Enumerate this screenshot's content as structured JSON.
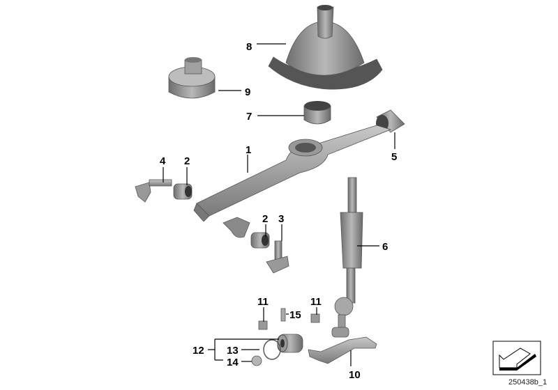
{
  "diagram": {
    "callouts": [
      "1",
      "2",
      "2",
      "3",
      "4",
      "5",
      "6",
      "7",
      "8",
      "9",
      "10",
      "11",
      "11",
      "12",
      "13",
      "14",
      "15"
    ],
    "reference_code": "250438b_1",
    "colors": {
      "part_fill": "#8c8c8c",
      "part_dark": "#555555",
      "part_light": "#c4c4c4",
      "label": "#000000"
    }
  }
}
